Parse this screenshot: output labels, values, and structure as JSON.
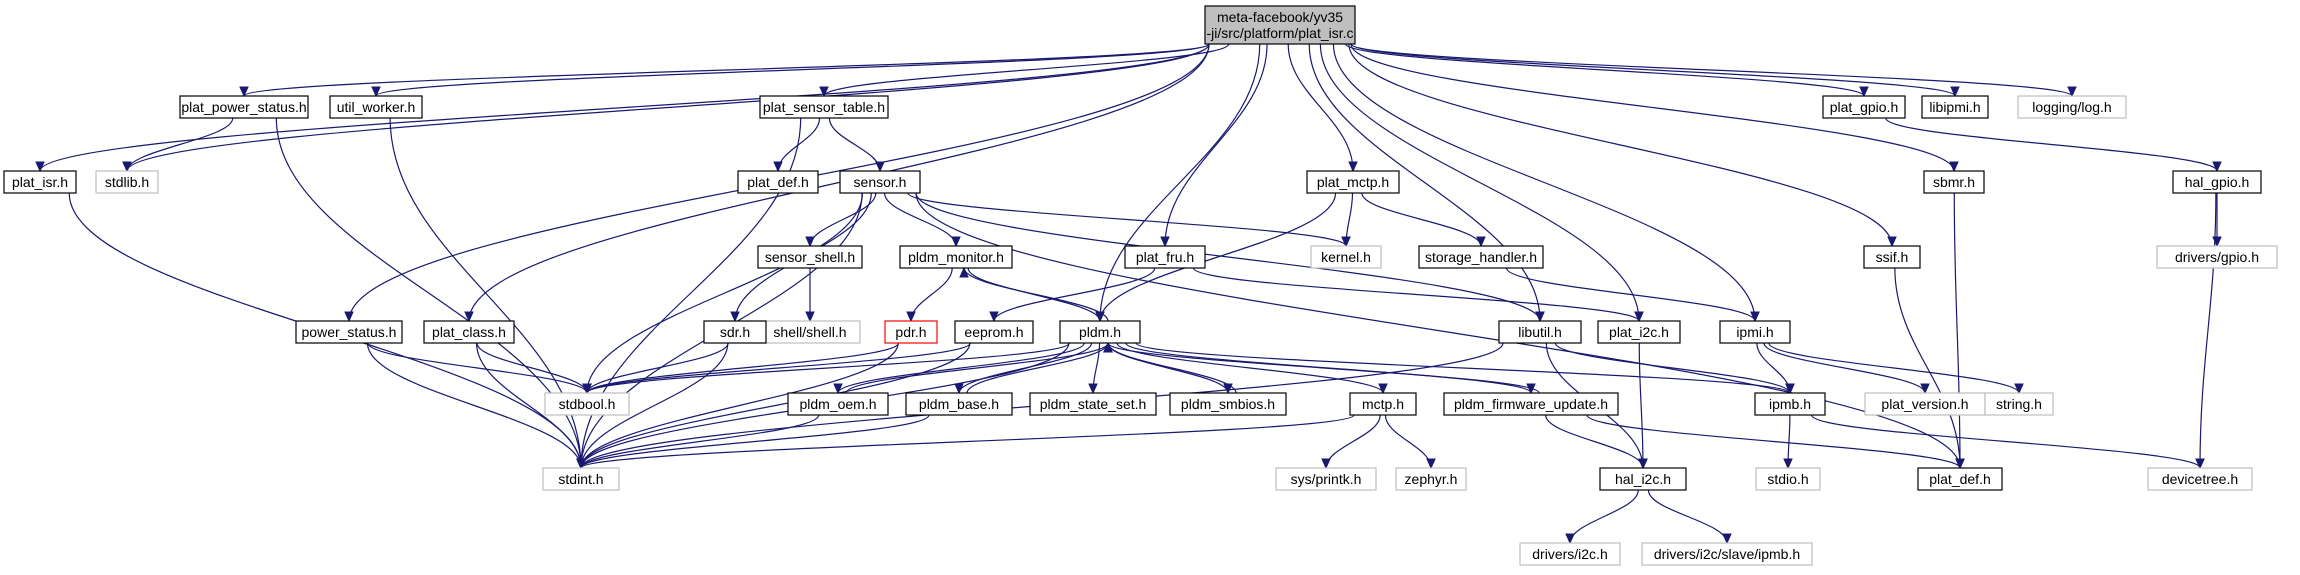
{
  "graph": {
    "edge_color": "#191970",
    "colors": {
      "root_fill": "#bfbfbf",
      "documented_border": "#000000",
      "external_border": "#bfbfbf",
      "error_border": "#ff0000",
      "external_text": "#000000"
    },
    "nodes": [
      {
        "id": "root",
        "lines": [
          "meta-facebook/yv35",
          "-ji/src/platform/plat_isr.c"
        ],
        "kind": "root"
      },
      {
        "id": "plat_isr",
        "lines": [
          "plat_isr.h"
        ],
        "kind": "doc"
      },
      {
        "id": "stdlib",
        "lines": [
          "stdlib.h"
        ],
        "kind": "ext"
      },
      {
        "id": "plat_power_status",
        "lines": [
          "plat_power_status.h"
        ],
        "kind": "doc"
      },
      {
        "id": "util_worker",
        "lines": [
          "util_worker.h"
        ],
        "kind": "doc"
      },
      {
        "id": "plat_sensor_table",
        "lines": [
          "plat_sensor_table.h"
        ],
        "kind": "doc"
      },
      {
        "id": "plat_gpio",
        "lines": [
          "plat_gpio.h"
        ],
        "kind": "doc"
      },
      {
        "id": "libipmi",
        "lines": [
          "libipmi.h"
        ],
        "kind": "doc"
      },
      {
        "id": "logging_log",
        "lines": [
          "logging/log.h"
        ],
        "kind": "ext"
      },
      {
        "id": "plat_def_top",
        "lines": [
          "plat_def.h"
        ],
        "kind": "doc"
      },
      {
        "id": "sensor",
        "lines": [
          "sensor.h"
        ],
        "kind": "doc"
      },
      {
        "id": "plat_mctp",
        "lines": [
          "plat_mctp.h"
        ],
        "kind": "doc"
      },
      {
        "id": "sbmr",
        "lines": [
          "sbmr.h"
        ],
        "kind": "doc"
      },
      {
        "id": "hal_gpio",
        "lines": [
          "hal_gpio.h"
        ],
        "kind": "doc"
      },
      {
        "id": "kernel",
        "lines": [
          "kernel.h"
        ],
        "kind": "ext"
      },
      {
        "id": "sensor_shell",
        "lines": [
          "sensor_shell.h"
        ],
        "kind": "doc"
      },
      {
        "id": "pldm_monitor",
        "lines": [
          "pldm_monitor.h"
        ],
        "kind": "doc"
      },
      {
        "id": "plat_fru",
        "lines": [
          "plat_fru.h"
        ],
        "kind": "doc"
      },
      {
        "id": "storage_handler",
        "lines": [
          "storage_handler.h"
        ],
        "kind": "doc"
      },
      {
        "id": "ssif",
        "lines": [
          "ssif.h"
        ],
        "kind": "doc"
      },
      {
        "id": "drivers_gpio",
        "lines": [
          "drivers/gpio.h"
        ],
        "kind": "ext"
      },
      {
        "id": "shell_shell",
        "lines": [
          "shell/shell.h"
        ],
        "kind": "ext"
      },
      {
        "id": "power_status",
        "lines": [
          "power_status.h"
        ],
        "kind": "doc"
      },
      {
        "id": "plat_class",
        "lines": [
          "plat_class.h"
        ],
        "kind": "doc"
      },
      {
        "id": "sdr",
        "lines": [
          "sdr.h"
        ],
        "kind": "doc"
      },
      {
        "id": "pdr",
        "lines": [
          "pdr.h"
        ],
        "kind": "err"
      },
      {
        "id": "eeprom",
        "lines": [
          "eeprom.h"
        ],
        "kind": "doc"
      },
      {
        "id": "pldm",
        "lines": [
          "pldm.h"
        ],
        "kind": "doc"
      },
      {
        "id": "libutil",
        "lines": [
          "libutil.h"
        ],
        "kind": "doc"
      },
      {
        "id": "plat_i2c",
        "lines": [
          "plat_i2c.h"
        ],
        "kind": "doc"
      },
      {
        "id": "ipmi",
        "lines": [
          "ipmi.h"
        ],
        "kind": "doc"
      },
      {
        "id": "stdbool",
        "lines": [
          "stdbool.h"
        ],
        "kind": "ext"
      },
      {
        "id": "pldm_oem",
        "lines": [
          "pldm_oem.h"
        ],
        "kind": "doc"
      },
      {
        "id": "pldm_base",
        "lines": [
          "pldm_base.h"
        ],
        "kind": "doc"
      },
      {
        "id": "pldm_state_set",
        "lines": [
          "pldm_state_set.h"
        ],
        "kind": "doc"
      },
      {
        "id": "pldm_smbios",
        "lines": [
          "pldm_smbios.h"
        ],
        "kind": "doc"
      },
      {
        "id": "mctp",
        "lines": [
          "mctp.h"
        ],
        "kind": "doc"
      },
      {
        "id": "pldm_firmware_update",
        "lines": [
          "pldm_firmware_update.h"
        ],
        "kind": "doc"
      },
      {
        "id": "ipmb",
        "lines": [
          "ipmb.h"
        ],
        "kind": "doc"
      },
      {
        "id": "plat_version",
        "lines": [
          "plat_version.h"
        ],
        "kind": "ext"
      },
      {
        "id": "string",
        "lines": [
          "string.h"
        ],
        "kind": "ext"
      },
      {
        "id": "stdint",
        "lines": [
          "stdint.h"
        ],
        "kind": "ext"
      },
      {
        "id": "sys_printk",
        "lines": [
          "sys/printk.h"
        ],
        "kind": "ext"
      },
      {
        "id": "zephyr",
        "lines": [
          "zephyr.h"
        ],
        "kind": "ext"
      },
      {
        "id": "hal_i2c",
        "lines": [
          "hal_i2c.h"
        ],
        "kind": "doc"
      },
      {
        "id": "stdio",
        "lines": [
          "stdio.h"
        ],
        "kind": "ext"
      },
      {
        "id": "plat_def_bottom",
        "lines": [
          "plat_def.h"
        ],
        "kind": "doc"
      },
      {
        "id": "devicetree",
        "lines": [
          "devicetree.h"
        ],
        "kind": "ext"
      },
      {
        "id": "drivers_i2c",
        "lines": [
          "drivers/i2c.h"
        ],
        "kind": "ext"
      },
      {
        "id": "drivers_i2c_slave_ipmb",
        "lines": [
          "drivers/i2c/slave/ipmb.h"
        ],
        "kind": "ext"
      }
    ],
    "edges": [
      [
        "root",
        "plat_isr"
      ],
      [
        "root",
        "stdlib"
      ],
      [
        "root",
        "plat_power_status"
      ],
      [
        "root",
        "util_worker"
      ],
      [
        "root",
        "plat_sensor_table"
      ],
      [
        "root",
        "plat_gpio"
      ],
      [
        "root",
        "libipmi"
      ],
      [
        "root",
        "logging_log"
      ],
      [
        "root",
        "plat_mctp"
      ],
      [
        "root",
        "sbmr"
      ],
      [
        "root",
        "ssif"
      ],
      [
        "root",
        "power_status"
      ],
      [
        "root",
        "plat_class"
      ],
      [
        "root",
        "plat_fru"
      ],
      [
        "root",
        "pldm"
      ],
      [
        "root",
        "libutil"
      ],
      [
        "root",
        "plat_i2c"
      ],
      [
        "root",
        "ipmi"
      ],
      [
        "plat_power_status",
        "stdlib"
      ],
      [
        "plat_power_status",
        "stdint"
      ],
      [
        "util_worker",
        "stdint"
      ],
      [
        "plat_sensor_table",
        "plat_def_top"
      ],
      [
        "plat_sensor_table",
        "sensor"
      ],
      [
        "plat_sensor_table",
        "stdint"
      ],
      [
        "plat_gpio",
        "hal_gpio"
      ],
      [
        "plat_isr",
        "stdint"
      ],
      [
        "sensor",
        "kernel"
      ],
      [
        "sensor",
        "sensor_shell"
      ],
      [
        "sensor",
        "pldm_monitor"
      ],
      [
        "sensor",
        "sdr"
      ],
      [
        "sensor",
        "stdbool"
      ],
      [
        "sensor",
        "stdint"
      ],
      [
        "sensor",
        "libutil"
      ],
      [
        "sensor",
        "plat_def_bottom"
      ],
      [
        "plat_mctp",
        "kernel"
      ],
      [
        "plat_mctp",
        "storage_handler"
      ],
      [
        "plat_mctp",
        "pldm"
      ],
      [
        "sensor_shell",
        "shell_shell"
      ],
      [
        "pldm_monitor",
        "pdr"
      ],
      [
        "pldm_monitor",
        "pldm"
      ],
      [
        "plat_fru",
        "eeprom"
      ],
      [
        "plat_fru",
        "plat_i2c"
      ],
      [
        "storage_handler",
        "ipmi"
      ],
      [
        "sbmr",
        "plat_def_bottom"
      ],
      [
        "ssif",
        "plat_def_bottom"
      ],
      [
        "hal_gpio",
        "drivers_gpio"
      ],
      [
        "hal_gpio",
        "devicetree"
      ],
      [
        "power_status",
        "stdbool"
      ],
      [
        "power_status",
        "stdint"
      ],
      [
        "plat_class",
        "stdbool"
      ],
      [
        "plat_class",
        "stdint"
      ],
      [
        "sdr",
        "stdbool"
      ],
      [
        "sdr",
        "stdint"
      ],
      [
        "pdr",
        "stdbool"
      ],
      [
        "pdr",
        "stdint"
      ],
      [
        "eeprom",
        "stdbool"
      ],
      [
        "eeprom",
        "stdint"
      ],
      [
        "pldm",
        "pldm_monitor"
      ],
      [
        "pldm",
        "stdbool"
      ],
      [
        "pldm",
        "stdint"
      ],
      [
        "pldm",
        "pldm_oem"
      ],
      [
        "pldm",
        "pldm_base"
      ],
      [
        "pldm",
        "pldm_state_set"
      ],
      [
        "pldm",
        "pldm_smbios"
      ],
      [
        "pldm",
        "mctp"
      ],
      [
        "pldm",
        "pldm_firmware_update"
      ],
      [
        "pldm",
        "ipmb"
      ],
      [
        "pldm_oem",
        "pldm"
      ],
      [
        "pldm_base",
        "pldm"
      ],
      [
        "pldm_smbios",
        "pldm"
      ],
      [
        "pldm_firmware_update",
        "pldm"
      ],
      [
        "pldm_oem",
        "stdint"
      ],
      [
        "pldm_base",
        "stdint"
      ],
      [
        "libutil",
        "stdint"
      ],
      [
        "libutil",
        "ipmb"
      ],
      [
        "libutil",
        "hal_i2c"
      ],
      [
        "plat_i2c",
        "hal_i2c"
      ],
      [
        "ipmi",
        "ipmb"
      ],
      [
        "ipmi",
        "plat_version"
      ],
      [
        "ipmi",
        "string"
      ],
      [
        "mctp",
        "stdint"
      ],
      [
        "mctp",
        "sys_printk"
      ],
      [
        "mctp",
        "zephyr"
      ],
      [
        "pldm_firmware_update",
        "hal_i2c"
      ],
      [
        "pldm_firmware_update",
        "plat_def_bottom"
      ],
      [
        "ipmb",
        "stdio"
      ],
      [
        "ipmb",
        "devicetree"
      ],
      [
        "hal_i2c",
        "drivers_i2c"
      ],
      [
        "hal_i2c",
        "drivers_i2c_slave_ipmb"
      ]
    ]
  }
}
